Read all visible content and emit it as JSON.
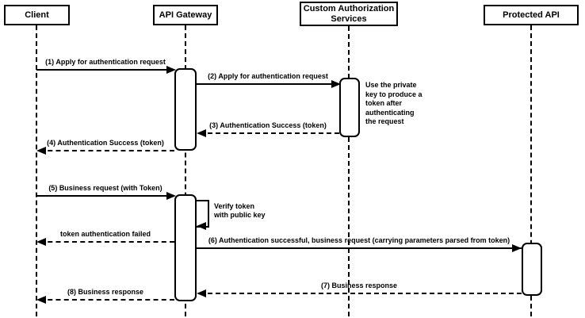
{
  "diagram": {
    "type": "sequence-diagram",
    "colors": {
      "line": "#000000",
      "background": "#ffffff",
      "box_fill": "#ffffff",
      "text": "#000000"
    },
    "participants": [
      {
        "label": "Client"
      },
      {
        "label": "API Gateway"
      },
      {
        "label": "Custom Authorization Services"
      },
      {
        "label": "Protected API"
      }
    ],
    "messages": [
      {
        "num": 1,
        "text": "(1) Apply for authentication request",
        "from": "Client",
        "to": "API Gateway",
        "style": "solid"
      },
      {
        "num": 2,
        "text": "(2) Apply for authentication request",
        "from": "API Gateway",
        "to": "Custom Authorization Services",
        "style": "solid"
      },
      {
        "num": 3,
        "text": "(3) Authentication Success (token)",
        "from": "Custom Authorization Services",
        "to": "API Gateway",
        "style": "dashed"
      },
      {
        "num": 4,
        "text": "(4) Authentication Success (token)",
        "from": "API Gateway",
        "to": "Client",
        "style": "dashed"
      },
      {
        "num": 5,
        "text": "(5) Business request (with Token)",
        "from": "Client",
        "to": "API Gateway",
        "style": "solid"
      },
      {
        "num": 6,
        "text": "token authentication failed",
        "from": "API Gateway",
        "to": "Client",
        "style": "dashed"
      },
      {
        "num": 7,
        "text": "(6) Authentication successful, business request (carrying parameters parsed from token)",
        "from": "API Gateway",
        "to": "Protected API",
        "style": "solid"
      },
      {
        "num": 8,
        "text": "(7) Business response",
        "from": "Protected API",
        "to": "API Gateway",
        "style": "dashed"
      },
      {
        "num": 9,
        "text": "(8) Business response",
        "from": "API Gateway",
        "to": "Client",
        "style": "dashed"
      }
    ],
    "self_message": {
      "text": "Verify token\nwith public key",
      "on": "API Gateway"
    },
    "note": {
      "text": "Use the private\nkey to produce a\ntoken after\nauthenticating\nthe request",
      "on": "Custom Authorization Services"
    }
  }
}
